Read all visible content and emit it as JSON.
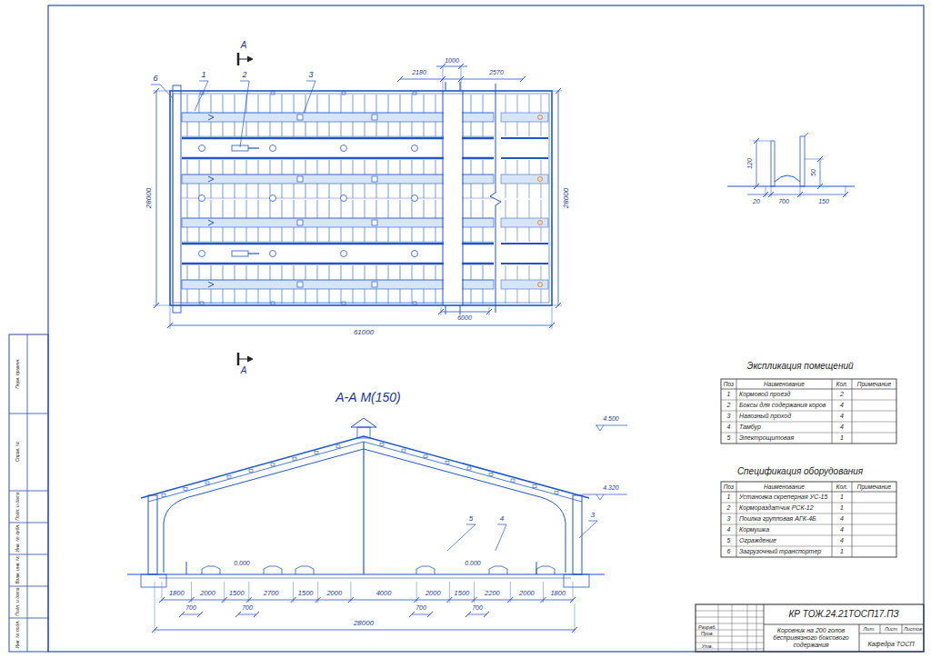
{
  "diagram": {
    "labels": [
      "А",
      "6",
      "1",
      "2",
      "3",
      "2180",
      "1000",
      "2570",
      "28000",
      "28000",
      "6000",
      "61000",
      "А",
      "120",
      "50",
      "20",
      "700",
      "150",
      "А-А М(150)",
      "4.500",
      "4.320",
      "5",
      "4",
      "3",
      "0.000",
      "0.000",
      "1800",
      "2000",
      "1500",
      "2700",
      "1500",
      "2000",
      "4000",
      "2000",
      "1500",
      "2200",
      "2000",
      "1800",
      "700",
      "700",
      "700",
      "700",
      "28000",
      "Экспликация помещений",
      "Поз",
      "Наименование",
      "Кол.",
      "Примечание",
      "1",
      "Кормовой проезд",
      "2",
      "2",
      "Боксы для содержания коров",
      "4",
      "3",
      "Навозный проход",
      "4",
      "4",
      "Тамбур",
      "4",
      "5",
      "Электрощитовая",
      "1",
      "Спецификация оборудования",
      "Поз",
      "Наименование",
      "Кол.",
      "Примечание",
      "1",
      "Установка скреперная УС-15",
      "1",
      "2",
      "Кормораздатчик РСК-12",
      "1",
      "3",
      "Поилка групповая АГК-4Б",
      "4",
      "4",
      "Кормушка",
      "4",
      "5",
      "Ограждение",
      "4",
      "6",
      "Загрузочный транспортер",
      "1",
      "КР ТОЖ.24.21ТОСП17.ПЗ",
      "Коровник на 200 голов беспривязного боксового содержания",
      "Разраб.",
      "Пров.",
      "Утв.",
      "Лит.",
      "Лист",
      "Листов",
      "Кафедра ТОСП",
      "Перв. примен.",
      "Справ. №",
      "Подп. и дата",
      "Инв. № дубл.",
      "Взам. инв. №",
      "Подп. и дата",
      "Инв. № подл."
    ]
  }
}
